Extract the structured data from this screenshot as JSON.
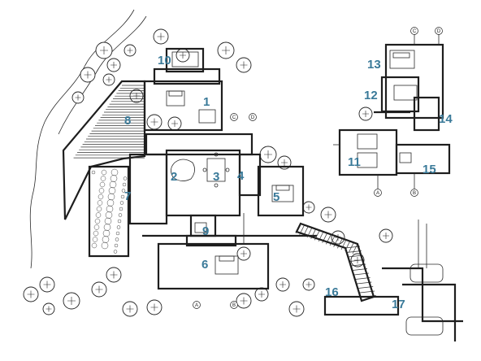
{
  "colors": {
    "label": "#3a7a99",
    "ink": "#1e1e1e"
  },
  "labels": [
    {
      "text": "1",
      "room": "room-1"
    },
    {
      "text": "2",
      "room": "room-2"
    },
    {
      "text": "3",
      "room": "room-3"
    },
    {
      "text": "4",
      "room": "room-4"
    },
    {
      "text": "5",
      "room": "room-5"
    },
    {
      "text": "6",
      "room": "room-6"
    },
    {
      "text": "7",
      "room": "room-7"
    },
    {
      "text": "8",
      "room": "room-8"
    },
    {
      "text": "9",
      "room": "room-9"
    },
    {
      "text": "10",
      "room": "room-10"
    },
    {
      "text": "11",
      "room": "room-11"
    },
    {
      "text": "12",
      "room": "room-12"
    },
    {
      "text": "13",
      "room": "room-13"
    },
    {
      "text": "14",
      "room": "room-14"
    },
    {
      "text": "15",
      "room": "room-15"
    },
    {
      "text": "16",
      "room": "room-16"
    },
    {
      "text": "17",
      "room": "room-17"
    }
  ],
  "grid_markers": [
    "A",
    "B",
    "C",
    "D"
  ]
}
